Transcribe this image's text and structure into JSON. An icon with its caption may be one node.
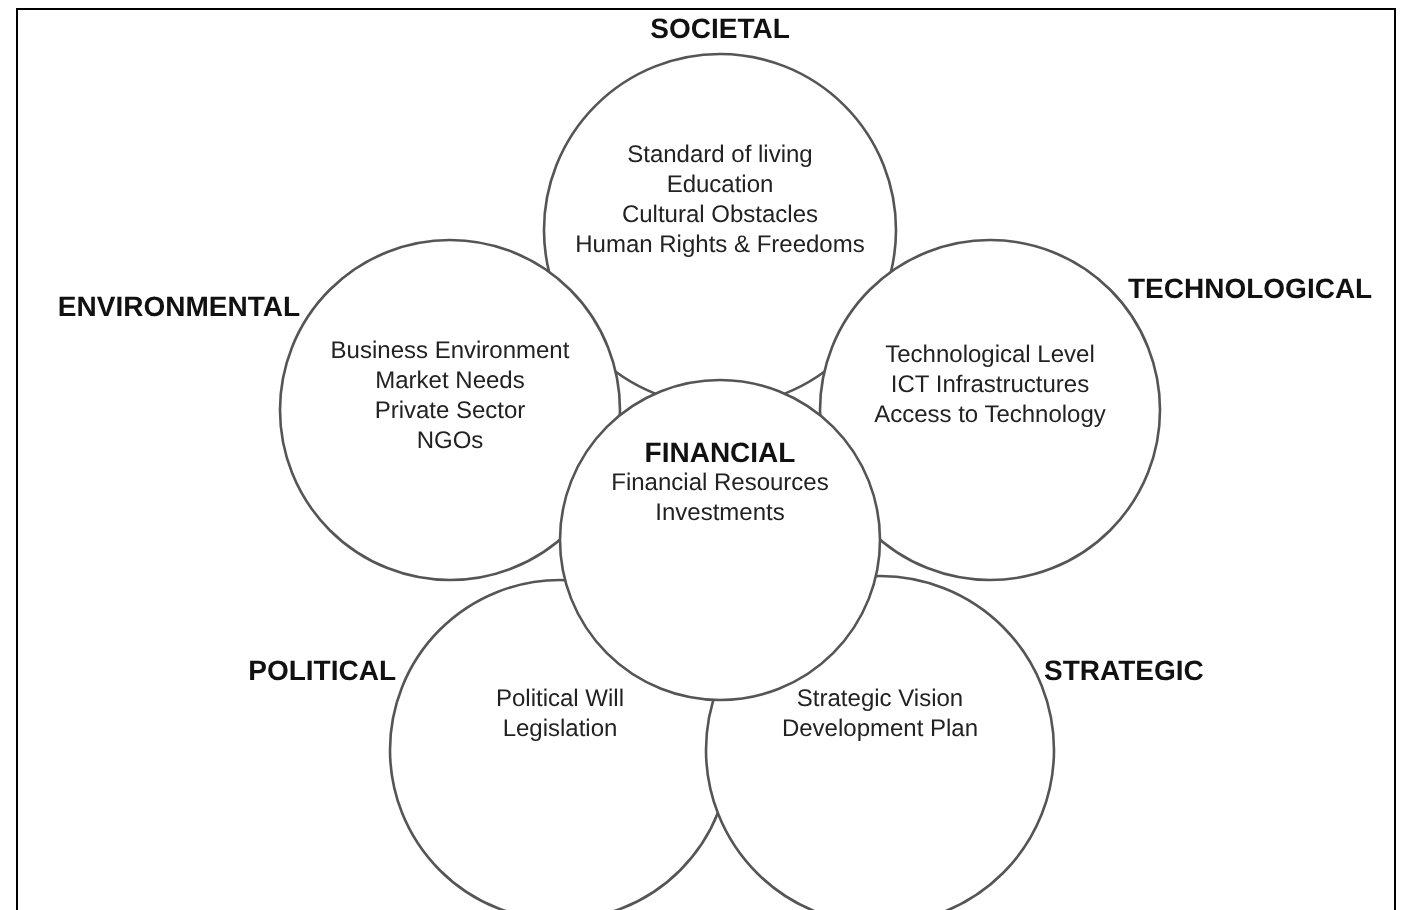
{
  "diagram": {
    "nodes": [
      {
        "text": [
          "SOCIETAL",
          "Standard of living",
          "Education",
          "Cultural Obstacles",
          "Human Rights & Freedoms"
        ]
      },
      {
        "text": [
          "ENVIRONMENTAL",
          "Business Environment",
          "Market Needs",
          "Private Sector",
          "NGOs"
        ]
      },
      {
        "text": [
          "TECHNOLOGICAL",
          "Technological Level",
          "ICT Infrastructures",
          "Access to Technology"
        ]
      },
      {
        "text": [
          "FINANCIAL",
          "Financial Resources",
          "Investments"
        ]
      },
      {
        "text": [
          "POLITICAL",
          "Political Will",
          "Legislation"
        ]
      },
      {
        "text": [
          "STRATEGIC",
          "Strategic Vision",
          "Development Plan"
        ]
      }
    ],
    "edges": []
  }
}
